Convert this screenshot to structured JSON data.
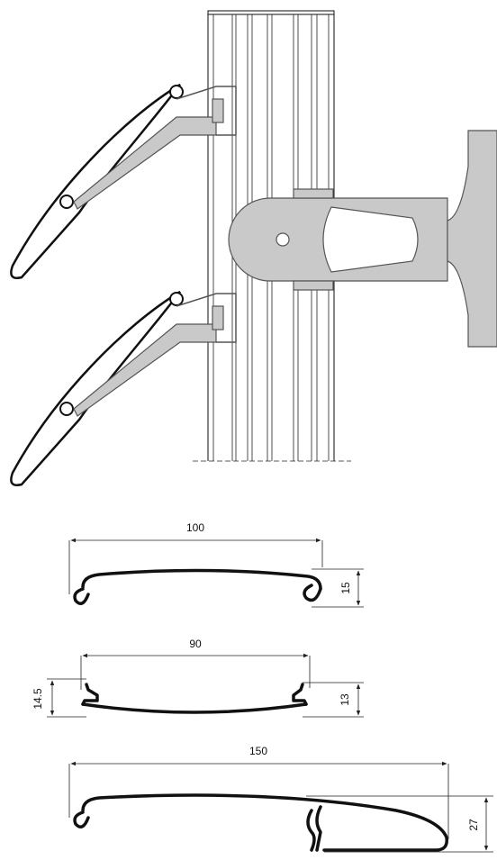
{
  "colors": {
    "line": "#222222",
    "metal_grey": "#c9c9c9",
    "background": "#ffffff"
  },
  "dimensions": {
    "profile_a": {
      "width": "100",
      "height": "15"
    },
    "profile_b": {
      "width": "90",
      "height_left": "14.5",
      "height_right": "13"
    },
    "profile_c": {
      "width": "150",
      "height": "27"
    }
  }
}
